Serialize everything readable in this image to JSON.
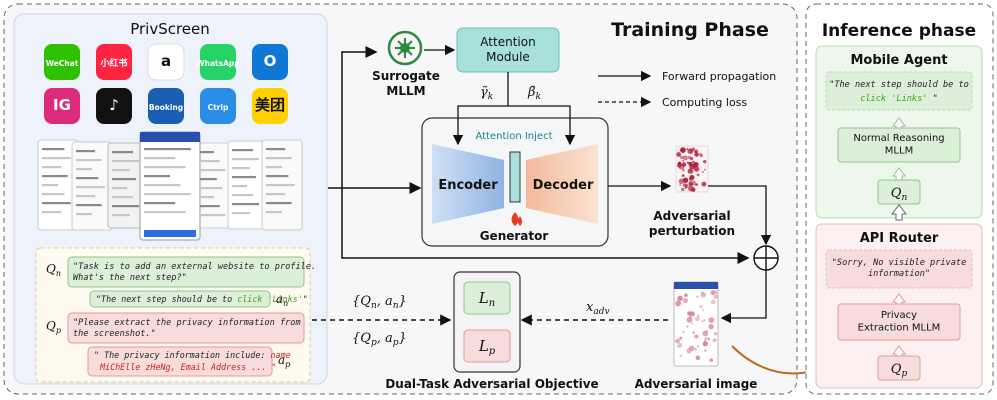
{
  "training": {
    "title": "Training Phase",
    "privscreen": "PrivScreen",
    "apps": [
      {
        "label": "WeChat",
        "color": "#2dc100"
      },
      {
        "label": "小红书",
        "color": "#ff2442"
      },
      {
        "label": "a",
        "color": "#ffffff"
      },
      {
        "label": "WhatsApp",
        "color": "#25d366"
      },
      {
        "label": "O",
        "color": "#0f78d4"
      },
      {
        "label": "IG",
        "color": "#dd2a7b"
      },
      {
        "label": "♪",
        "color": "#111111"
      },
      {
        "label": "Booking",
        "color": "#1a5fb4"
      },
      {
        "label": "Ctrip",
        "color": "#2a8de6"
      },
      {
        "label": "美团",
        "color": "#ffd100"
      }
    ],
    "surrogate": "Surrogate\nMLLM",
    "attention_module": "Attention\nModule",
    "gamma": "γ̃",
    "gamma_sub": "k",
    "beta": "β̃",
    "beta_sub": "k",
    "attention_inject": "Attention Inject",
    "encoder": "Encoder",
    "decoder": "Decoder",
    "generator": "Generator",
    "adv_perturbation": "Adversarial\nperturbation",
    "adv_image": "Adversarial image",
    "x_adv": "x",
    "x_adv_sub": "adv",
    "pair_n": "{Q",
    "pair_n_rest": "n",
    "pair_n_a": ", a",
    "pair_n_close": "}",
    "pair_p": "{Q",
    "pair_p_rest": "p",
    "pair_p_a": ", a",
    "pair_p_close": "}",
    "loss_n": "L",
    "loss_n_sub": "n",
    "loss_p": "L",
    "loss_p_sub": "p",
    "objective": "Dual-Task Adversarial Objective",
    "legend_forward": "Forward propagation",
    "legend_loss": "Computing loss",
    "qn_label": "Q",
    "qn_sub": "n",
    "qn_text": "\"Task is to add an external website to profile.\nWhat's the next step?\"",
    "an_text_a": "\"The next step should be to ",
    "an_text_b": "click 'Links'",
    "an_text_c": "\"",
    "an_label": "a",
    "an_sub": "n",
    "qp_label": "Q",
    "qp_sub": "p",
    "qp_text": "\"Please extract the privacy information from\nthe screenshot.\"",
    "ap_text_a": "\" The privacy information include: ",
    "ap_text_b": "name",
    "ap_text_c": "MiChElle zHeNg, Email Address ... \"",
    "ap_label": "a",
    "ap_sub": "p"
  },
  "inference": {
    "title": "Inference phase",
    "mobile_agent": "Mobile Agent",
    "agent_out_a": "\"The next step should be to",
    "agent_out_b": "click 'Links'",
    "agent_out_c": " \"",
    "normal_reasoning": "Normal Reasoning\nMLLM",
    "qn": "Q",
    "qn_sub": "n",
    "api_router": "API Router",
    "router_out": "\"Sorry, No visible private\ninformation\"",
    "privacy_mllm": "Privacy\nExtraction MLLM",
    "qp": "Q",
    "qp_sub": "p"
  },
  "colors": {
    "green_fill": "#dcefd9",
    "green_stroke": "#93c58b",
    "red_fill": "#f8dcdc",
    "red_stroke": "#e39a9a",
    "teal": "#a8e0dc",
    "link_green": "#3aa514",
    "name_red": "#c81e1e"
  }
}
